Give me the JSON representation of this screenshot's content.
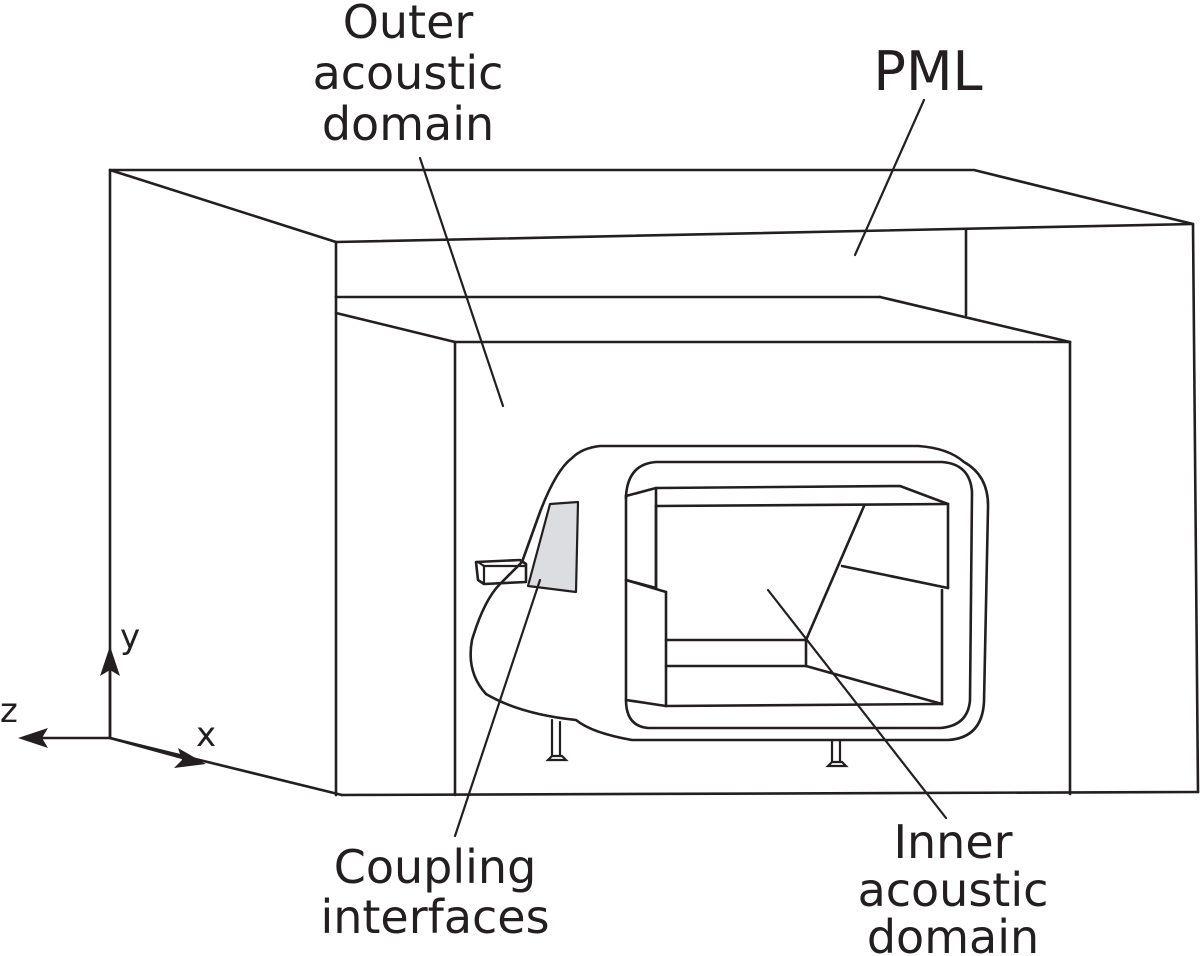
{
  "labels": {
    "outer_domain": [
      "Outer",
      "acoustic",
      "domain"
    ],
    "pml": "PML",
    "coupling": [
      "Coupling",
      "interfaces"
    ],
    "inner_domain": [
      "Inner",
      "acoustic",
      "domain"
    ]
  },
  "axes": {
    "y": "y",
    "x": "x",
    "z": "z"
  },
  "colors": {
    "line": "#231f20",
    "interface_fill": "#dcdde0",
    "background": "#ffffff"
  }
}
